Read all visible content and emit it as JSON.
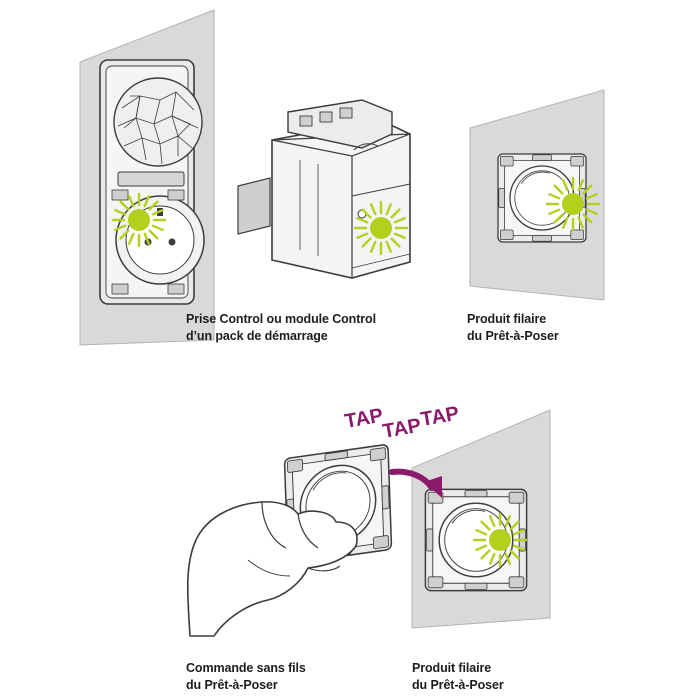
{
  "captions": {
    "prise_module": {
      "line1": "Prise Control ou module Control",
      "line2": "d’un pack de démarrage"
    },
    "produit_filaire_top": {
      "line1": "Produit filaire",
      "line2": "du Prêt-à-Poser"
    },
    "commande_sans_fils": {
      "line1": "Commande sans fils",
      "line2": "du Prêt-à-Poser"
    },
    "produit_filaire_bottom": {
      "line1": "Produit filaire",
      "line2": "du Prêt-à-Poser"
    }
  },
  "tap_words": [
    "TAP",
    "TAP",
    "TAP"
  ],
  "colors": {
    "wall_plate": "#d9d9d9",
    "wall_plate_edge": "#b3b3b3",
    "light_glow": "#b5cf1f",
    "tap_text": "#8a1a6c",
    "arrow": "#8a1a6c",
    "line_art": "#3c3c3b",
    "caption_text": "#1d1d1b"
  },
  "icons": [
    "double-socket-plate",
    "din-rail-module",
    "wired-switch",
    "hand",
    "wireless-remote",
    "curved-arrow"
  ]
}
